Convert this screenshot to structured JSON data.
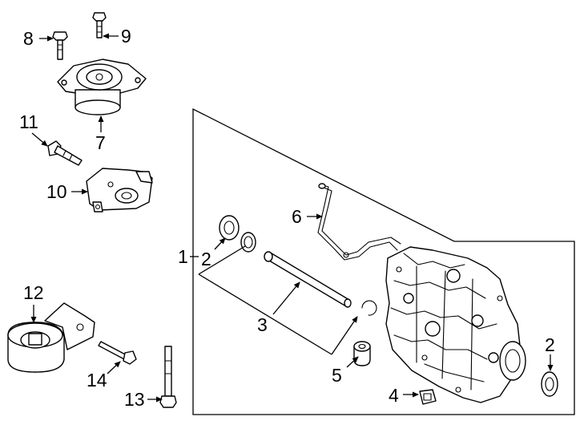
{
  "callouts": {
    "c1": "1",
    "c2_left": "2",
    "c2_right": "2",
    "c3": "3",
    "c4": "4",
    "c5": "5",
    "c6": "6",
    "c7": "7",
    "c8": "8",
    "c9": "9",
    "c10": "10",
    "c11": "11",
    "c12": "12",
    "c13": "13",
    "c14": "14"
  },
  "colors": {
    "line": "#000000",
    "background": "#ffffff"
  }
}
